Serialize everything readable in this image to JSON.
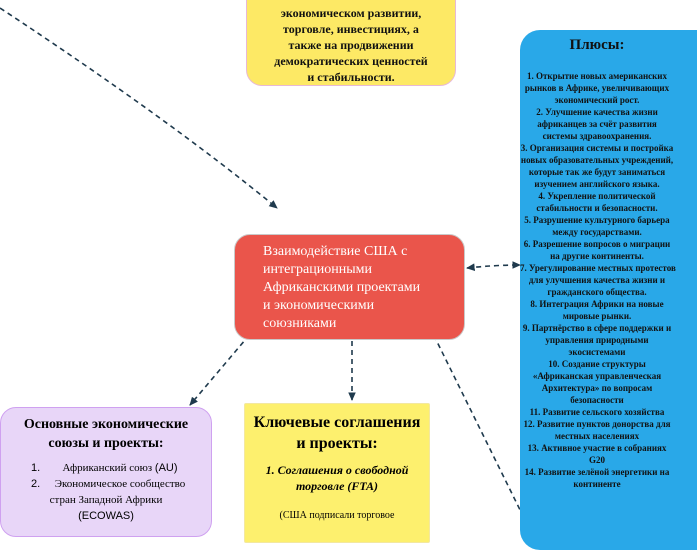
{
  "top_card": {
    "lines": [
      "экономическом развитии,",
      "торговле, инвестициях, а",
      "также на продвижении",
      "демократических ценностей",
      "и стабильности."
    ]
  },
  "central": {
    "lines": [
      "Взаимодействие США с",
      "интеграционными",
      "Африканскими проектами",
      "и экономическими",
      "союзниками"
    ]
  },
  "pluses": {
    "title": "Плюсы:",
    "lines": [
      "1. Открытие новых американских",
      "рынков в Африке, увеличивающих",
      "экономический рост.",
      "2. Улучшение качества жизни",
      "африканцев за счёт развития",
      "системы здравоохранения.",
      "3. Организация системы и постройка",
      "новых образовательных учреждений,",
      "которые так же будут заниматься",
      "изучением английского языка.",
      "4. Укрепление политической",
      "стабильности и безопасности.",
      "5. Разрушение культурного барьера",
      "между государствами.",
      "6. Разрешение вопросов о миграции",
      "на другие континенты.",
      "7. Урегулирование местных протестов",
      "для улучшения качества жизни и",
      "гражданского общества.",
      "8. Интеграция Африки на новые",
      "мировые рынки.",
      "9. Партнёрство в сфере поддержки и",
      "управления природными",
      "экосистемами",
      "10. Создание структуры",
      "«Африканская управленческая",
      "Архитектура» по вопросам",
      "безопасности",
      "11. Развитие сельского хозяйства",
      "12. Развитие пунктов донорства для",
      "местных населениях",
      "13. Активное участие в собраниях",
      "G20",
      "14. Развитие зелёной энергетики на",
      "континенте"
    ]
  },
  "unions": {
    "title_lines": [
      "Основные экономические",
      "союзы и проекты:"
    ],
    "items": [
      {
        "num": "1.",
        "text": "Африканский союз",
        "abbr": "(AU)"
      },
      {
        "num": "2.",
        "text": "Экономическое сообщество",
        "text2": "стран Западной Африки",
        "abbr": "(ECOWAS)"
      }
    ]
  },
  "agreements": {
    "title_lines": [
      "Ключевые соглашения",
      "и проекты:"
    ],
    "sub_lines": [
      "1. Соглашения о свободной",
      "торговле (FTA)"
    ],
    "note": "(США подписали торговое"
  },
  "colors": {
    "central": "#ea554b",
    "pluses": "#29a8e8",
    "yellow": "#fde965",
    "lilac": "#e8d6f8",
    "connector": "#1f3a4d"
  }
}
